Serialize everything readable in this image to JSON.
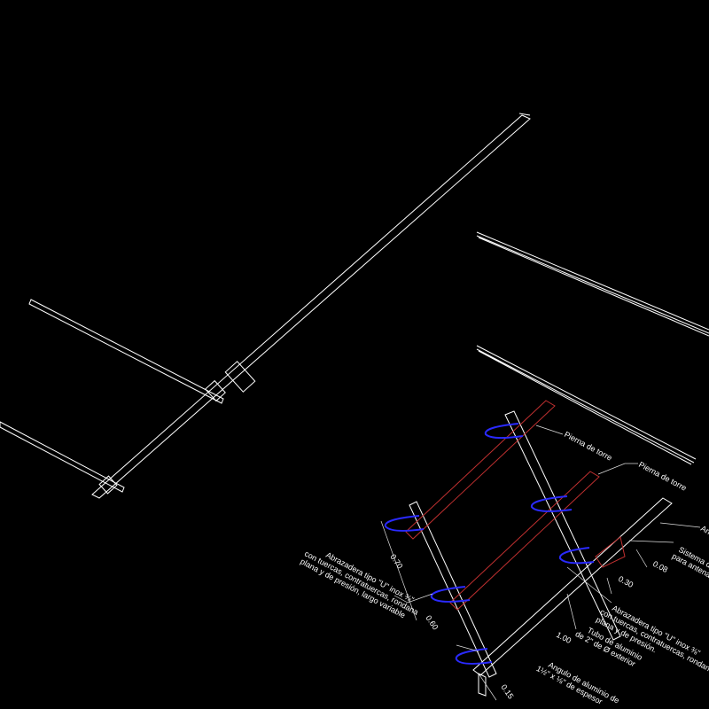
{
  "colors": {
    "background": "#000000",
    "lines": "#ffffff",
    "tower_leg": "#c03030",
    "clamps": "#2a2aff"
  },
  "labels": {
    "leg1": "Pierna de torre",
    "leg2": "Pierna de torre",
    "clamp_left": [
      "Abrazadera tipo \"U\" inox ⅜\"",
      "con tuercas, contratuercas, rondana",
      "plana y de presión, largo variable"
    ],
    "dim_070": "0.70",
    "dim_060": "0.60",
    "system": [
      "Sistema d",
      "para antena"
    ],
    "angle_top": "An",
    "dim_008": "0.08",
    "dim_030": "0.30",
    "clamp_right": [
      "Abrazadera tipo \"U\" inox ⅜\"",
      "con tuercas, contratuercas, rondana",
      "plana y de presión."
    ],
    "tube": [
      "Tubo de aluminio",
      "de 2\" de Ø exterior"
    ],
    "dim_100": "1.00",
    "angle": [
      "Angulo de aluminio de",
      "1½\" x ⅛\" de espesor"
    ],
    "dim_015": "0.15"
  }
}
